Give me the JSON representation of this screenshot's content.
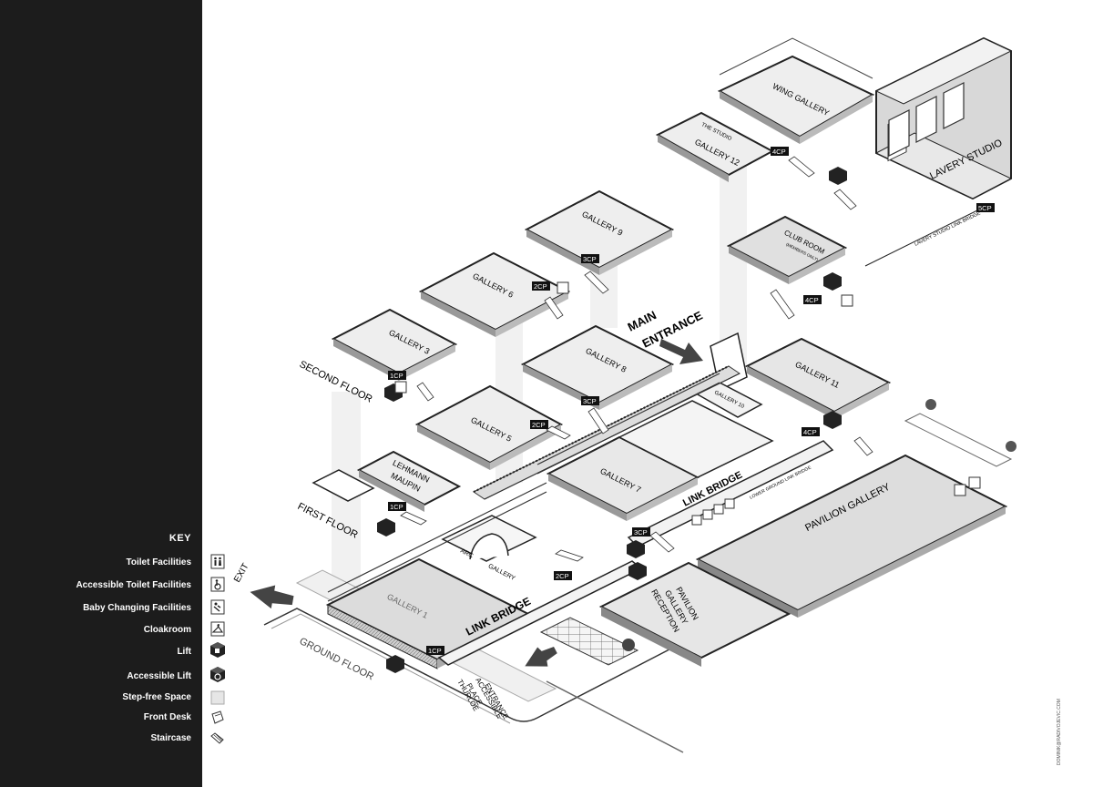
{
  "key": {
    "title": "KEY",
    "items": [
      {
        "label": "Toilet Facilities",
        "icon": "toilet-icon"
      },
      {
        "label": "Accessible Toilet Facilities",
        "icon": "accessible-toilet-icon"
      },
      {
        "label": "Baby Changing Facilities",
        "icon": "baby-changing-icon"
      },
      {
        "label": "Cloakroom",
        "icon": "cloakroom-icon"
      },
      {
        "label": "Lift",
        "icon": "lift-icon"
      },
      {
        "label": "Accessible Lift",
        "icon": "accessible-lift-icon"
      },
      {
        "label": "Step-free Space",
        "icon": "step-free-space-icon"
      },
      {
        "label": "Front Desk",
        "icon": "front-desk-icon"
      },
      {
        "label": "Staircase",
        "icon": "staircase-icon"
      }
    ]
  },
  "map": {
    "floors": {
      "second": "SECOND FLOOR",
      "first": "FIRST FLOOR",
      "ground": "GROUND FLOOR"
    },
    "rooms": {
      "wing_gallery": "WING GALLERY",
      "the_studio": "THE STUDIO",
      "gallery12": "GALLERY 12",
      "lavery_studio": "LAVERY STUDIO",
      "gallery9": "GALLERY 9",
      "club_room": "CLUB ROOM",
      "members_only": "(MEMBERS ONLY)",
      "gallery6": "GALLERY 6",
      "gallery3": "GALLERY 3",
      "gallery8": "GALLERY 8",
      "gallery11": "GALLERY 11",
      "gallery10": "GALLERY 10",
      "gallery5": "GALLERY 5",
      "lehmann_maupin_1": "LEHMANN",
      "lehmann_maupin_2": "MAUPIN",
      "gallery7": "GALLERY 7",
      "gallery1": "GALLERY 1",
      "arc": "ARC",
      "arc_gallery": "GALLERY",
      "pavilion_gallery": "PAVILION GALLERY",
      "pavilion_reception_1": "PAVILION",
      "pavilion_reception_2": "GALLERY",
      "pavilion_reception_3": "RECEPTION"
    },
    "labels": {
      "main_entrance_1": "MAIN",
      "main_entrance_2": "ENTRANCE",
      "link_bridge_1": "LINK BRIDGE",
      "link_bridge_2": "LINK BRIDGE",
      "exit": "EXIT",
      "lavery_link_bridge": "LAVERY STUDIO LINK BRIDGE",
      "lower_ground_link_bridge": "LOWER GROUND LINK BRIDGE",
      "thurloe_1": "THURLOE",
      "thurloe_2": "PLACE",
      "thurloe_3": "ACCESSIBLE",
      "thurloe_4": "ENTRANCE"
    },
    "cp_tags": {
      "cp4_top": "4CP",
      "cp5": "5CP",
      "cp3_g9": "3CP",
      "cp2_g6": "2CP",
      "cp4_club": "4CP",
      "cp1_g3": "1CP",
      "cp3_g8": "3CP",
      "cp2_g5": "2CP",
      "cp4_g11": "4CP",
      "cp1_lm": "1CP",
      "cp3_ground": "3CP",
      "cp2_ground": "2CP",
      "cp1_ground": "1CP"
    }
  },
  "credit": "DOMINIK@RADIVOJEVIC.COM",
  "colors": {
    "panel": "#1c1c1c",
    "floor": "#e4e4e4",
    "ink": "#1a1a1a"
  }
}
